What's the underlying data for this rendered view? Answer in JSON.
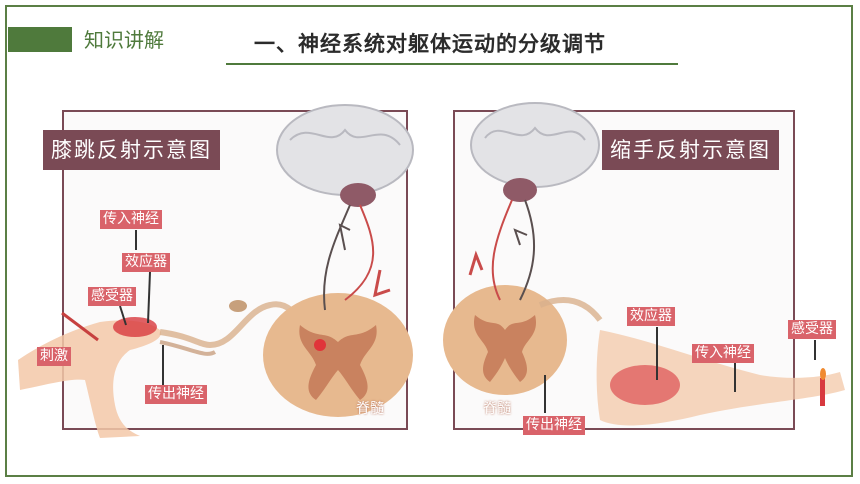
{
  "header": {
    "section_label": "知识讲解",
    "title": "一、神经系统对躯体运动的分级调节"
  },
  "left_panel": {
    "title": "膝跳反射示意图",
    "labels": {
      "afferent": "传入神经",
      "effector": "效应器",
      "receptor": "感受器",
      "stimulus": "刺激",
      "efferent": "传出神经",
      "spinal_cord": "脊髓"
    }
  },
  "right_panel": {
    "title": "缩手反射示意图",
    "labels": {
      "effector": "效应器",
      "receptor": "感受器",
      "afferent": "传入神经",
      "spinal_cord": "脊髓",
      "efferent": "传出神经"
    }
  },
  "colors": {
    "accent_green": "#4f7a3c",
    "panel_border": "#7a4a55",
    "label_red": "#d9636a"
  }
}
